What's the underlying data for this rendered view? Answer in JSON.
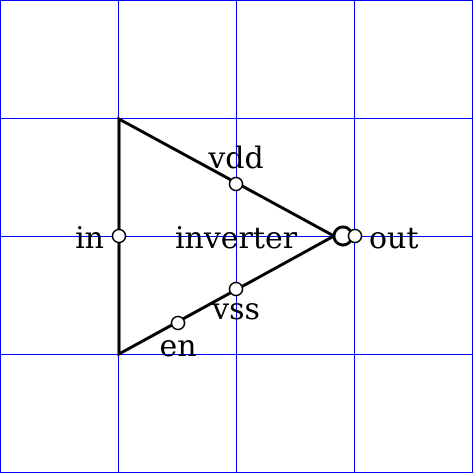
{
  "colors": {
    "background": "#ffffff",
    "grid": "#0000ff",
    "stroke": "#000000"
  },
  "component": {
    "name": "inverter",
    "pins": {
      "in": "in",
      "out": "out",
      "vdd": "vdd",
      "vss": "vss",
      "en": "en"
    }
  }
}
